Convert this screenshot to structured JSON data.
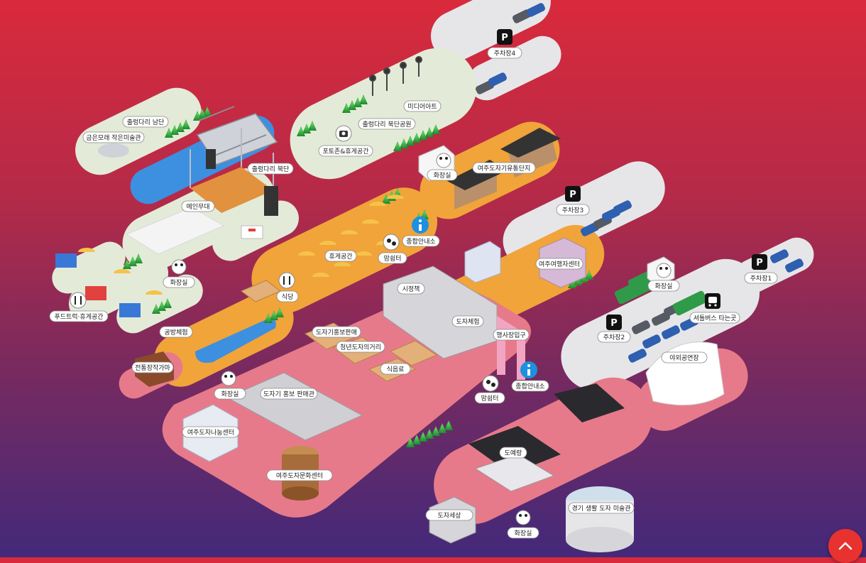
{
  "labels": {
    "parking4": "주차장4",
    "media_art": "미디어아트",
    "bridge_south": "출렁다리 남단",
    "small_museum": "금은모래 작은미술관",
    "bridge_north_park": "출렁다리 북단공원",
    "photo_zone": "포토존&휴게공간",
    "bridge_north": "출렁다리 북단",
    "restroom": "화장실",
    "heritage": "여주도자기유통단지",
    "main_stage": "메인무대",
    "parking3": "주차장3",
    "info_center": "종합안내소",
    "rest_area": "휴게공간",
    "nursing_room": "맘쉼터",
    "traveler_center": "여주여행자센터",
    "parking1": "주차장1",
    "food": "식당",
    "sales_zone": "시정책",
    "foodtruck": "푸드트럭·휴게공간",
    "ceramic_exp": "도자체험",
    "workshop": "공방체험",
    "promo_sales": "도자기홍보판매",
    "event_entrance": "행사장입구",
    "young_street": "청년도자의거리",
    "shuttle": "셔틀버스 타는곳",
    "parking2": "주차장2",
    "outdoor_stage": "야외공연장",
    "kiln": "전통장작가마",
    "food_drink": "식음료",
    "promo_hall": "도자기 홍보 판매관",
    "sharing_center": "여주도자나눔센터",
    "culture_center": "여주도자문화센터",
    "doyerang": "도예랑",
    "ceramic_world": "도자세상",
    "gyeonggi_museum": "경기 생활 도자 미술관",
    "parking_glyph": "P"
  }
}
